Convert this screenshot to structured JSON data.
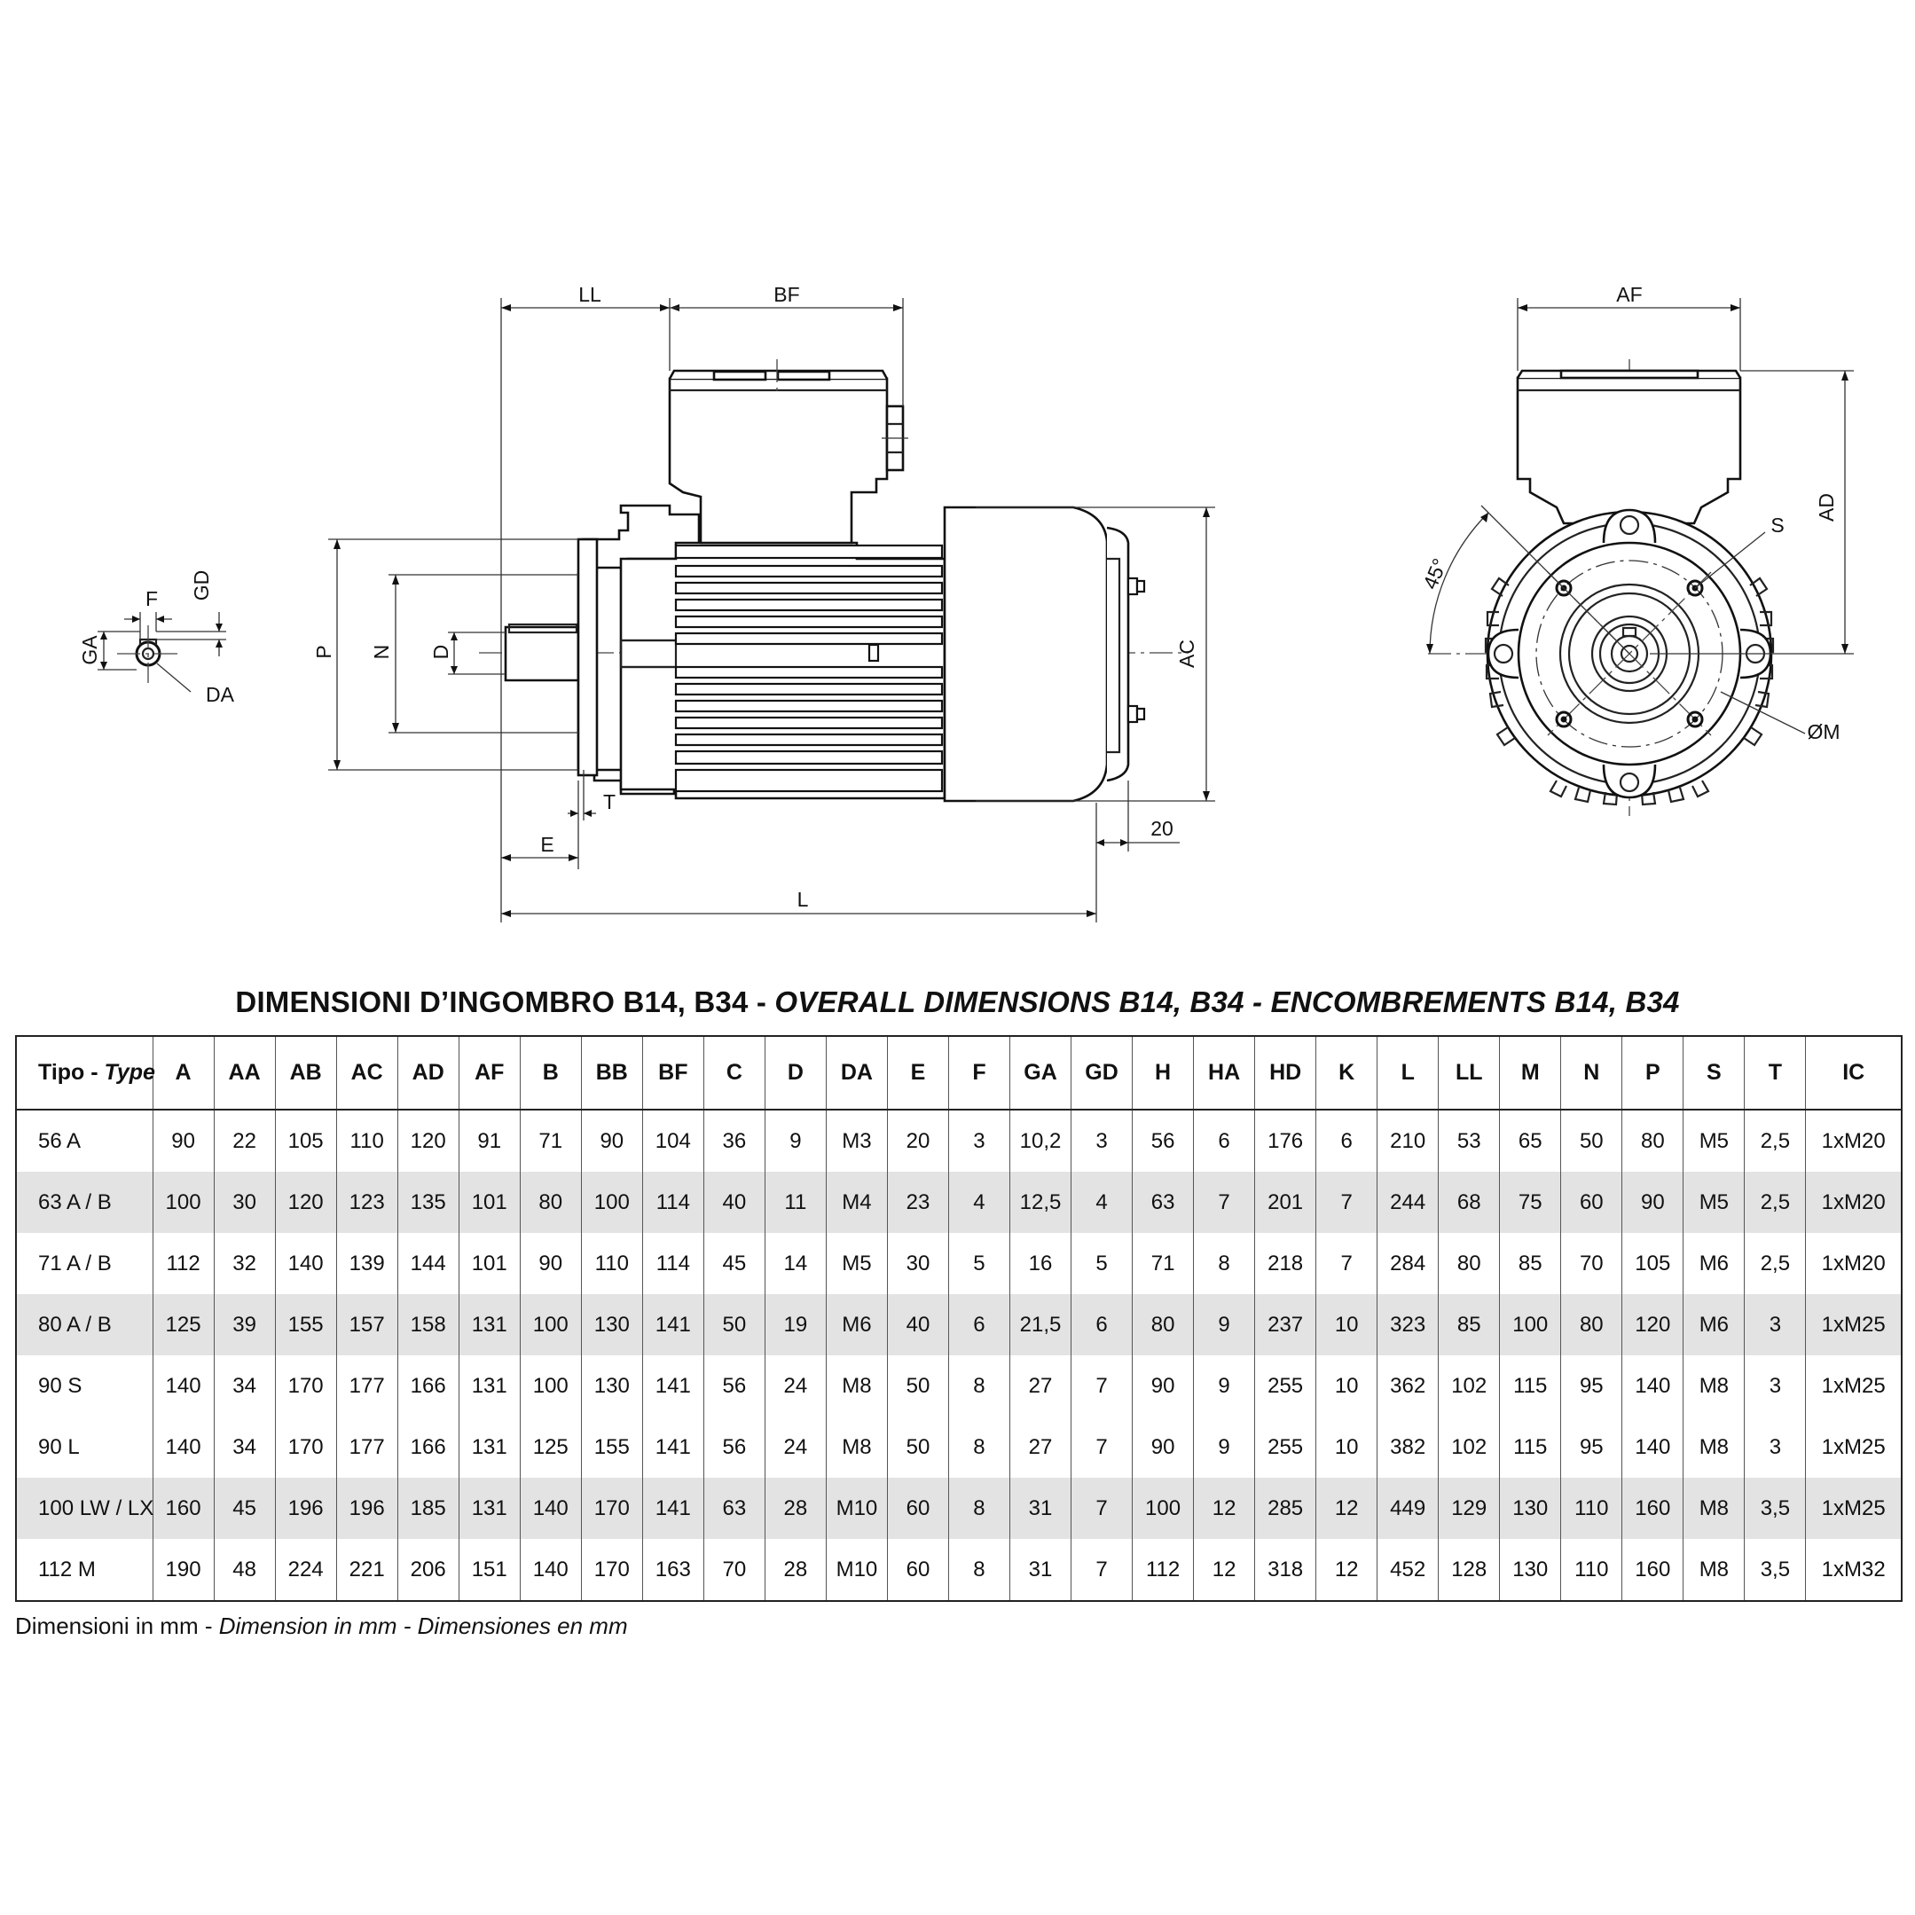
{
  "drawing": {
    "labels": {
      "ll": "LL",
      "bf": "BF",
      "af": "AF",
      "ad": "AD",
      "ac": "AC",
      "p": "P",
      "n": "N",
      "d": "D",
      "t": "T",
      "e": "E",
      "l": "L",
      "twenty": "20",
      "s": "S",
      "om": "ØM",
      "angle": "45°",
      "f": "F",
      "gd": "GD",
      "ga": "GA",
      "da": "DA"
    }
  },
  "table": {
    "title": {
      "part1": "DIMENSIONI D’INGOMBRO B14, B34 - ",
      "part2": "OVERALL DIMENSIONS B14, B34 - ENCOMBREMENTS B14, B34"
    },
    "type_label": "Tipo - ",
    "type_label_italic": "Type",
    "columns": [
      "A",
      "AA",
      "AB",
      "AC",
      "AD",
      "AF",
      "B",
      "BB",
      "BF",
      "C",
      "D",
      "DA",
      "E",
      "F",
      "GA",
      "GD",
      "H",
      "HA",
      "HD",
      "K",
      "L",
      "LL",
      "M",
      "N",
      "P",
      "S",
      "T",
      "IC"
    ],
    "rows": [
      [
        "56 A",
        "90",
        "22",
        "105",
        "110",
        "120",
        "91",
        "71",
        "90",
        "104",
        "36",
        "9",
        "M3",
        "20",
        "3",
        "10,2",
        "3",
        "56",
        "6",
        "176",
        "6",
        "210",
        "53",
        "65",
        "50",
        "80",
        "M5",
        "2,5",
        "1xM20"
      ],
      [
        "63 A / B",
        "100",
        "30",
        "120",
        "123",
        "135",
        "101",
        "80",
        "100",
        "114",
        "40",
        "11",
        "M4",
        "23",
        "4",
        "12,5",
        "4",
        "63",
        "7",
        "201",
        "7",
        "244",
        "68",
        "75",
        "60",
        "90",
        "M5",
        "2,5",
        "1xM20"
      ],
      [
        "71 A / B",
        "112",
        "32",
        "140",
        "139",
        "144",
        "101",
        "90",
        "110",
        "114",
        "45",
        "14",
        "M5",
        "30",
        "5",
        "16",
        "5",
        "71",
        "8",
        "218",
        "7",
        "284",
        "80",
        "85",
        "70",
        "105",
        "M6",
        "2,5",
        "1xM20"
      ],
      [
        "80 A / B",
        "125",
        "39",
        "155",
        "157",
        "158",
        "131",
        "100",
        "130",
        "141",
        "50",
        "19",
        "M6",
        "40",
        "6",
        "21,5",
        "6",
        "80",
        "9",
        "237",
        "10",
        "323",
        "85",
        "100",
        "80",
        "120",
        "M6",
        "3",
        "1xM25"
      ],
      [
        "90 S",
        "140",
        "34",
        "170",
        "177",
        "166",
        "131",
        "100",
        "130",
        "141",
        "56",
        "24",
        "M8",
        "50",
        "8",
        "27",
        "7",
        "90",
        "9",
        "255",
        "10",
        "362",
        "102",
        "115",
        "95",
        "140",
        "M8",
        "3",
        "1xM25"
      ],
      [
        "90 L",
        "140",
        "34",
        "170",
        "177",
        "166",
        "131",
        "125",
        "155",
        "141",
        "56",
        "24",
        "M8",
        "50",
        "8",
        "27",
        "7",
        "90",
        "9",
        "255",
        "10",
        "382",
        "102",
        "115",
        "95",
        "140",
        "M8",
        "3",
        "1xM25"
      ],
      [
        "100 LW / LX",
        "160",
        "45",
        "196",
        "196",
        "185",
        "131",
        "140",
        "170",
        "141",
        "63",
        "28",
        "M10",
        "60",
        "8",
        "31",
        "7",
        "100",
        "12",
        "285",
        "12",
        "449",
        "129",
        "130",
        "110",
        "160",
        "M8",
        "3,5",
        "1xM25"
      ],
      [
        "112 M",
        "190",
        "48",
        "224",
        "221",
        "206",
        "151",
        "140",
        "170",
        "163",
        "70",
        "28",
        "M10",
        "60",
        "8",
        "31",
        "7",
        "112",
        "12",
        "318",
        "12",
        "452",
        "128",
        "130",
        "110",
        "160",
        "M8",
        "3,5",
        "1xM32"
      ]
    ],
    "shaded_rows": [
      1,
      3,
      6
    ]
  },
  "footnote": {
    "part1": "Dimensioni in mm - ",
    "part2": "Dimension in mm - Dimensiones en mm"
  }
}
